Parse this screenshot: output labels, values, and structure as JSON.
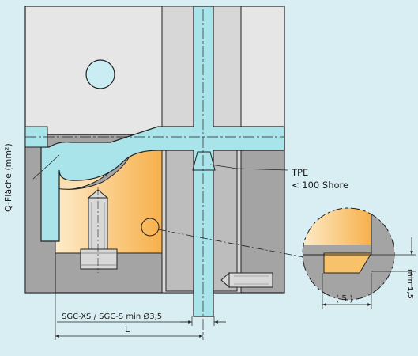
{
  "labels": {
    "q_flaeche": "Q-Fläche (mm²)",
    "tpe": "TPE",
    "shore": "< 100 Shore",
    "sgc": "SGC-XS / SGC-S min Ø3,5",
    "length": "L",
    "five": "( 5 )",
    "min_dim": "min 1,5"
  },
  "colors": {
    "background": "#d9eef3",
    "steel_light": "#e6e6e6",
    "steel_dark": "#a4a4a4",
    "runner_cyan": "#a9e4ea",
    "part_orange_light": "#fdebc9",
    "part_orange": "#f7b04a",
    "outline": "#222222"
  }
}
